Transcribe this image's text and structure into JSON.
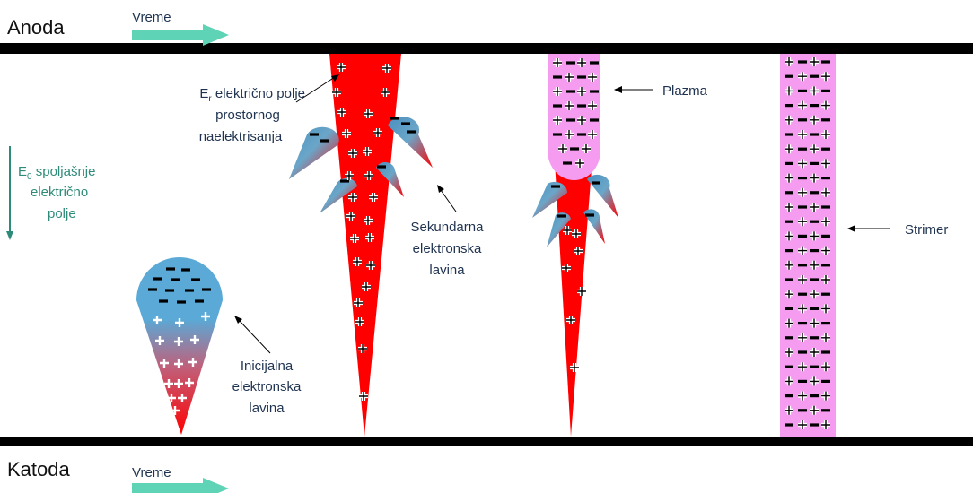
{
  "labels": {
    "anode": "Anoda",
    "cathode": "Katoda",
    "time_top": "Vreme",
    "time_bottom": "Vreme",
    "external_field_symbol": "E",
    "external_field_sub": "0",
    "external_field_line1": " spoljašnje",
    "external_field_line2": "električno",
    "external_field_line3": "polje",
    "space_charge_symbol": "E",
    "space_charge_sub": "r",
    "space_charge_line1": " električno polje",
    "space_charge_line2": "prostornog",
    "space_charge_line3": "naelektrisanja",
    "initial_line1": "Inicijalna",
    "initial_line2": "elektronska",
    "initial_line3": "lavina",
    "secondary_line1": "Sekundarna",
    "secondary_line2": "elektronska",
    "secondary_line3": "lavina",
    "plasma": "Plazma",
    "streamer": "Strimer"
  },
  "colors": {
    "electrode": "#000000",
    "time_arrow": "#5ed3b5",
    "field_arrow": "#2e8b7a",
    "positive_region": "#ff0000",
    "negative_region": "#5aa9d6",
    "plasma": "#f59cf0",
    "label_text": "#1f3350"
  },
  "icons": {
    "positive_charge": "plus-sign",
    "negative_charge": "minus-sign"
  }
}
